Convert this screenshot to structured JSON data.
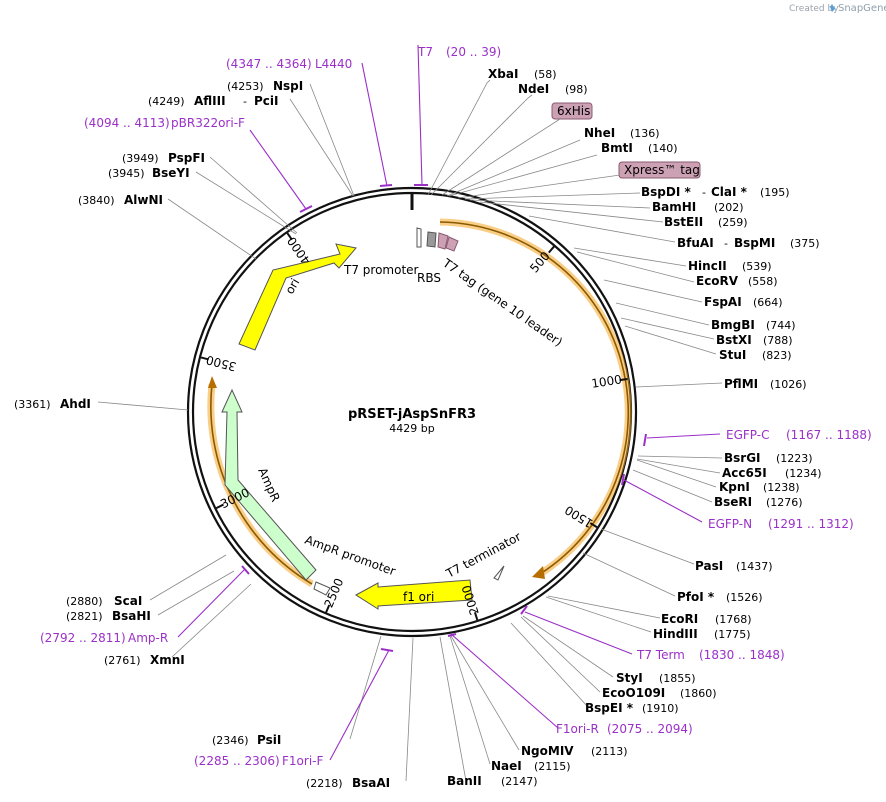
{
  "header": {
    "credit": "Created by",
    "brand": "SnapGene"
  },
  "plasmid": {
    "name": "pRSET-jAspSnFR3",
    "length": "4429 bp",
    "total_bp": 4429
  },
  "ticks": [
    {
      "bp": 500,
      "label": "500"
    },
    {
      "bp": 1000,
      "label": "1000"
    },
    {
      "bp": 1500,
      "label": "1500"
    },
    {
      "bp": 2000,
      "label": "2000"
    },
    {
      "bp": 2500,
      "label": "2500"
    },
    {
      "bp": 3000,
      "label": "3000"
    },
    {
      "bp": 3500,
      "label": "3500"
    },
    {
      "bp": 4000,
      "label": "4000"
    }
  ],
  "features": [
    {
      "name": "T7 promoter",
      "color": "#ffffff",
      "stroke": "#555555"
    },
    {
      "name": "RBS",
      "color": "#ffffff",
      "stroke": "#555555"
    },
    {
      "name": "T7 tag (gene 10 leader)",
      "color": "#999999",
      "stroke": "#555555"
    },
    {
      "name": "6xHis",
      "color": "#cca1b4",
      "stroke": "#8a5a70"
    },
    {
      "name": "Xpress™ tag",
      "color": "#cca1b4",
      "stroke": "#8a5a70"
    },
    {
      "name": "ori",
      "color": "#ffff00",
      "stroke": "#555555"
    },
    {
      "name": "AmpR",
      "color": "#ccffcc",
      "stroke": "#555555"
    },
    {
      "name": "AmpR promoter",
      "color": "#ffffff",
      "stroke": "#555555"
    },
    {
      "name": "f1 ori",
      "color": "#ffff00",
      "stroke": "#555555"
    },
    {
      "name": "T7 terminator",
      "color": "#ffffff",
      "stroke": "#555555"
    }
  ],
  "enzymes": [
    {
      "name": "XbaI",
      "pos": "(58)"
    },
    {
      "name": "NdeI",
      "pos": "(98)"
    },
    {
      "name": "NheI",
      "pos": "(136)"
    },
    {
      "name": "BmtI",
      "pos": "(140)"
    },
    {
      "name": "BspDI *",
      "name2": "ClaI *",
      "pos": "(195)"
    },
    {
      "name": "BamHI",
      "pos": "(202)"
    },
    {
      "name": "BstEII",
      "pos": "(259)"
    },
    {
      "name": "BfuAI",
      "name2": "BspMI",
      "pos": "(375)"
    },
    {
      "name": "HincII",
      "pos": "(539)"
    },
    {
      "name": "EcoRV",
      "pos": "(558)"
    },
    {
      "name": "FspAI",
      "pos": "(664)"
    },
    {
      "name": "BmgBI",
      "pos": "(744)"
    },
    {
      "name": "BstXI",
      "pos": "(788)"
    },
    {
      "name": "StuI",
      "pos": "(823)"
    },
    {
      "name": "PflMI",
      "pos": "(1026)"
    },
    {
      "name": "BsrGI",
      "pos": "(1223)"
    },
    {
      "name": "Acc65I",
      "pos": "(1234)"
    },
    {
      "name": "KpnI",
      "pos": "(1238)"
    },
    {
      "name": "BseRI",
      "pos": "(1276)"
    },
    {
      "name": "PasI",
      "pos": "(1437)"
    },
    {
      "name": "PfoI *",
      "pos": "(1526)"
    },
    {
      "name": "EcoRI",
      "pos": "(1768)"
    },
    {
      "name": "HindIII",
      "pos": "(1775)"
    },
    {
      "name": "StyI",
      "pos": "(1855)"
    },
    {
      "name": "EcoO109I",
      "pos": "(1860)"
    },
    {
      "name": "BspEI *",
      "pos": "(1910)"
    },
    {
      "name": "NgoMIV",
      "pos": "(2113)"
    },
    {
      "name": "NaeI",
      "pos": "(2115)"
    },
    {
      "name": "BanII",
      "pos": "(2147)"
    },
    {
      "name": "BsaAI",
      "pos": "(2218)"
    },
    {
      "name": "PsiI",
      "pos": "(2346)"
    },
    {
      "name": "XmnI",
      "pos": "(2761)"
    },
    {
      "name": "BsaHI",
      "pos": "(2821)"
    },
    {
      "name": "ScaI",
      "pos": "(2880)"
    },
    {
      "name": "AhdI",
      "pos": "(3361)"
    },
    {
      "name": "AlwNI",
      "pos": "(3840)"
    },
    {
      "name": "BseYI",
      "pos": "(3945)"
    },
    {
      "name": "PspFI",
      "pos": "(3949)"
    },
    {
      "name": "AflIII",
      "name2": "PciI",
      "pos": "(4249)"
    },
    {
      "name": "NspI",
      "pos": "(4253)"
    }
  ],
  "primers": [
    {
      "name": "T7",
      "pos": "(20 .. 39)"
    },
    {
      "name": "L4440",
      "pos": "(4347 .. 4364)"
    },
    {
      "name": "pBR322ori-F",
      "pos": "(4094 .. 4113)"
    },
    {
      "name": "EGFP-C",
      "pos": "(1167 .. 1188)"
    },
    {
      "name": "EGFP-N",
      "pos": "(1291 .. 1312)"
    },
    {
      "name": "T7 Term",
      "pos": "(1830 .. 1848)"
    },
    {
      "name": "F1ori-R",
      "pos": "(2075 .. 2094)"
    },
    {
      "name": "F1ori-F",
      "pos": "(2285 .. 2306)"
    },
    {
      "name": "Amp-R",
      "pos": "(2792 .. 2811)"
    }
  ],
  "colors": {
    "primer": "#9b30c8",
    "insert": "#f5a623",
    "backbone": "#000000"
  }
}
